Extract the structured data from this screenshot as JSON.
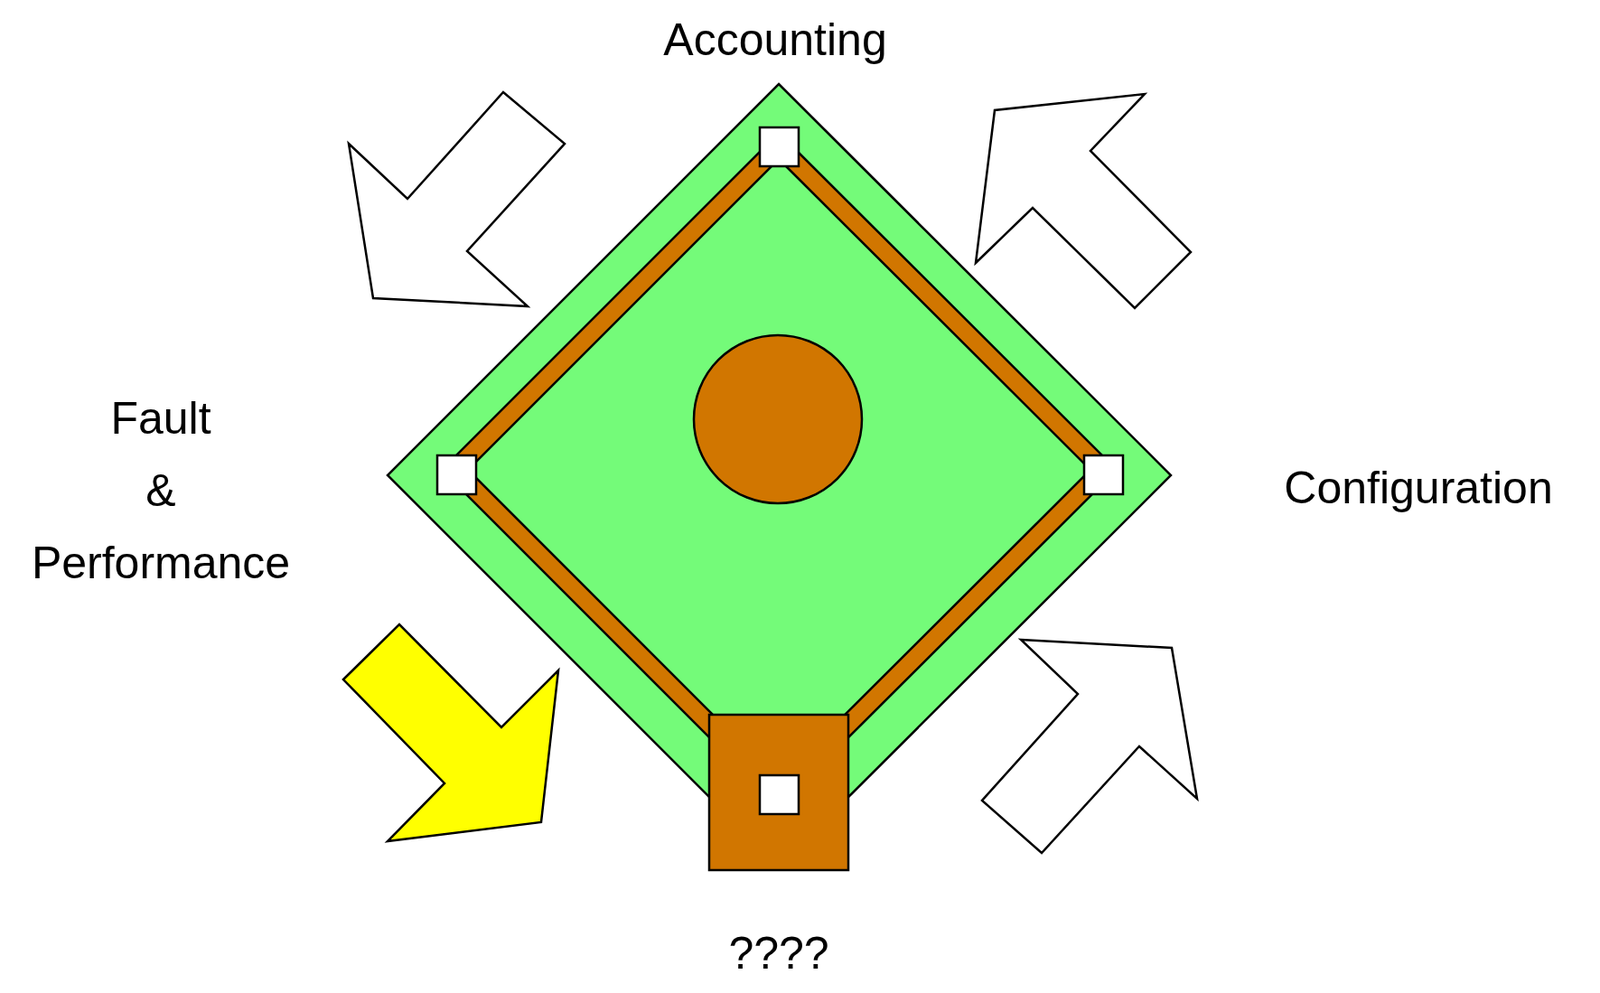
{
  "diagram": {
    "labels": [
      "Accounting",
      "Fault & Performance",
      "Configuration",
      "????"
    ]
  }
}
